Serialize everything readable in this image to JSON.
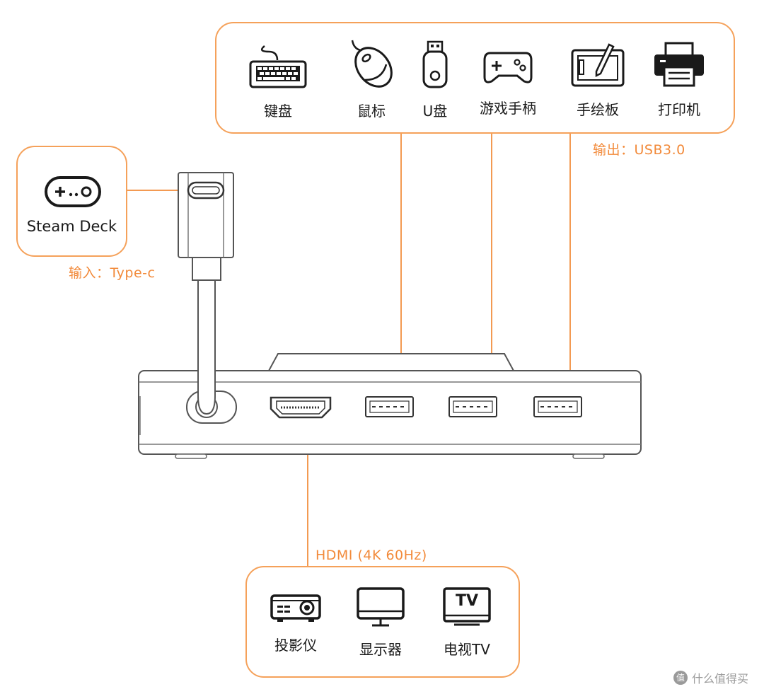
{
  "devices_out": {
    "items": [
      {
        "label": "键盘",
        "icon": "keyboard-icon"
      },
      {
        "label": "鼠标",
        "icon": "mouse-icon"
      },
      {
        "label": "U盘",
        "icon": "usb-drive-icon"
      },
      {
        "label": "游戏手柄",
        "icon": "gamepad-icon"
      },
      {
        "label": "手绘板",
        "icon": "drawing-tablet-icon"
      },
      {
        "label": "打印机",
        "icon": "printer-icon"
      }
    ],
    "port_label": "输出：USB3.0"
  },
  "input": {
    "device_label": "Steam Deck",
    "icon": "steam-deck-icon",
    "port_label": "输入：Type-c"
  },
  "display_out": {
    "port_label": "HDMI (4K 60Hz)",
    "items": [
      {
        "label": "投影仪",
        "icon": "projector-icon"
      },
      {
        "label": "显示器",
        "icon": "monitor-icon"
      },
      {
        "label": "电视TV",
        "icon": "tv-icon",
        "glyph": "TV"
      }
    ]
  },
  "watermark": {
    "text": "什么值得买",
    "logo_glyph": "值"
  },
  "colors": {
    "accent": "#f5a15a",
    "accent_text": "#f28a3a",
    "line": "#f39a52",
    "device_stroke": "#6d6d6d"
  }
}
